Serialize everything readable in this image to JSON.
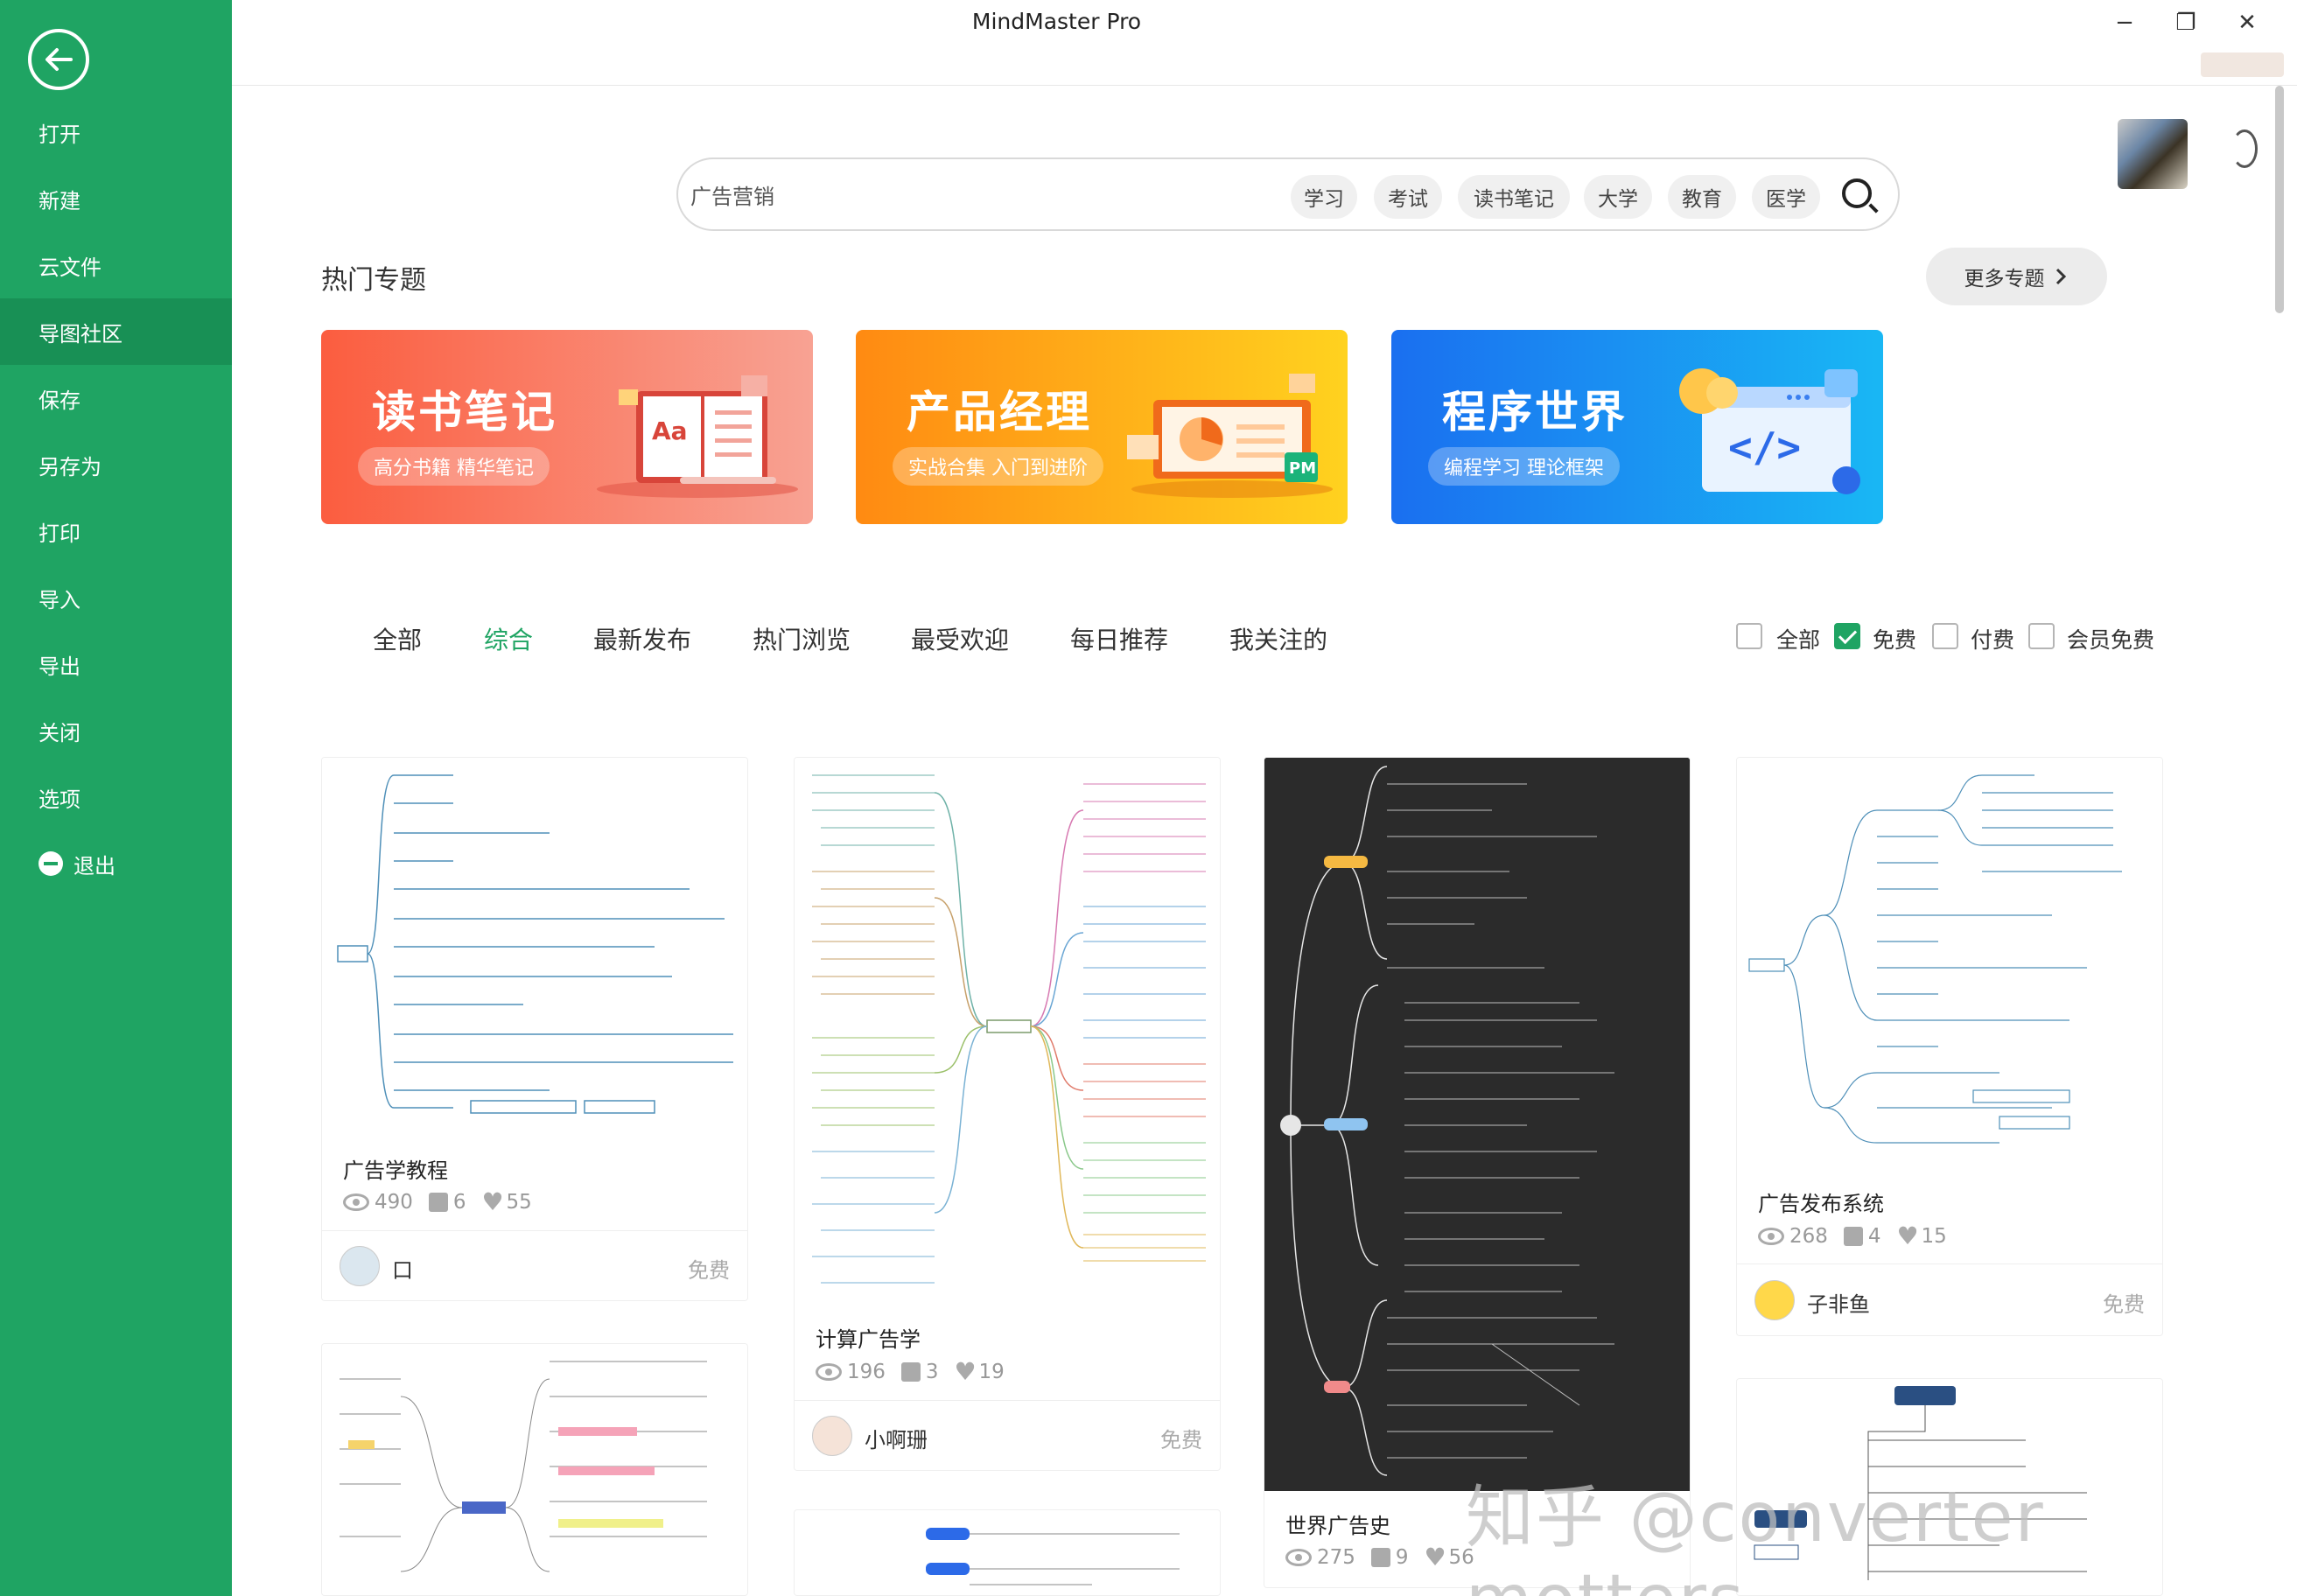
{
  "window": {
    "title": "MindMaster Pro",
    "minimize": "−",
    "restore": "❐",
    "close": "✕"
  },
  "sidebar": {
    "items": [
      {
        "label": "打开"
      },
      {
        "label": "新建"
      },
      {
        "label": "云文件"
      },
      {
        "label": "导图社区"
      },
      {
        "label": "保存"
      },
      {
        "label": "另存为"
      },
      {
        "label": "打印"
      },
      {
        "label": "导入"
      },
      {
        "label": "导出"
      },
      {
        "label": "关闭"
      },
      {
        "label": "选项"
      },
      {
        "label": "退出"
      }
    ],
    "active_index": 3,
    "accent": "#1fa463"
  },
  "search": {
    "value": "广告营销",
    "tags": [
      "学习",
      "考试",
      "读书笔记",
      "大学",
      "教育",
      "医学"
    ]
  },
  "topics": {
    "title": "热门专题",
    "more_label": "更多专题",
    "banners": [
      {
        "title": "读书笔记",
        "subtitle": "高分书籍 精华笔记",
        "color": "#fb6a4a"
      },
      {
        "title": "产品经理",
        "subtitle": "实战合集 入门到进阶",
        "color": "#ff9a12"
      },
      {
        "title": "程序世界",
        "subtitle": "编程学习 理论框架",
        "color": "#1e7df0"
      }
    ]
  },
  "filters": {
    "tabs": [
      "全部",
      "综合",
      "最新发布",
      "热门浏览",
      "最受欢迎",
      "每日推荐",
      "我关注的"
    ],
    "active_tab": "综合",
    "checkboxes": [
      {
        "label": "全部",
        "checked": false
      },
      {
        "label": "免费",
        "checked": true
      },
      {
        "label": "付费",
        "checked": false
      },
      {
        "label": "会员免费",
        "checked": false
      }
    ]
  },
  "cards": [
    {
      "title": "广告学教程",
      "views": "490",
      "likes": "6",
      "favorites": "55",
      "author": "口",
      "price": "免费"
    },
    {
      "title": "计算广告学",
      "views": "196",
      "likes": "3",
      "favorites": "19",
      "author": "小啊珊",
      "price": "免费"
    },
    {
      "title": "世界广告史",
      "views": "275",
      "likes": "9",
      "favorites": "56"
    },
    {
      "title": "广告发布系统",
      "views": "268",
      "likes": "4",
      "favorites": "15",
      "author": "子非鱼",
      "price": "免费"
    }
  ],
  "watermark": "知乎 @converter motters"
}
